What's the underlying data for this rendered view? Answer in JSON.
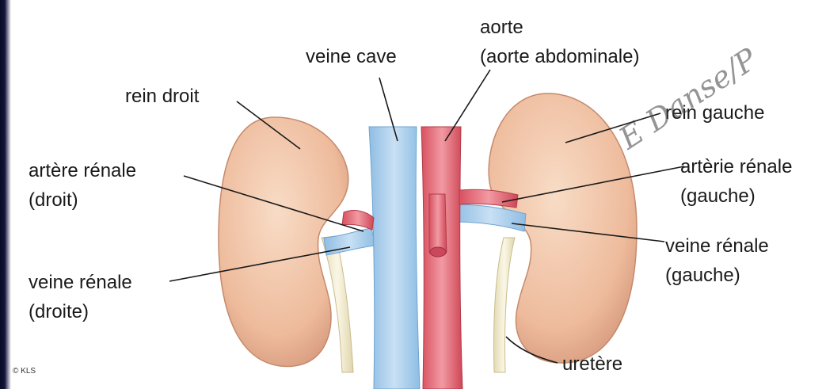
{
  "labels": {
    "aorta_top": "aorte",
    "aorta_sub": "(aorte abdominale)",
    "vena_cava": "veine cave",
    "right_kidney": "rein droit",
    "left_kidney": "rein gauche",
    "right_artery_1": "artère rénale",
    "right_artery_2": "(droit)",
    "left_artery_1": "artèrie rénale",
    "left_artery_2": "(gauche)",
    "right_vein_1": "veine rénale",
    "right_vein_2": "(droite)",
    "left_vein_1": "veine rénale",
    "left_vein_2": "(gauche)",
    "ureter": "uretère",
    "copyright": "© KLS"
  },
  "watermark": "E Danse/P",
  "colors": {
    "kidney": "#f2c4a4",
    "kidney_shade": "#d89c7c",
    "vein": "#a9cdeb",
    "vein_dark": "#6ea4d2",
    "artery": "#e8737e",
    "artery_dark": "#c94a58",
    "ureter": "#efe8c8",
    "background": "#ffffff",
    "frame": "#0d0f2a"
  }
}
